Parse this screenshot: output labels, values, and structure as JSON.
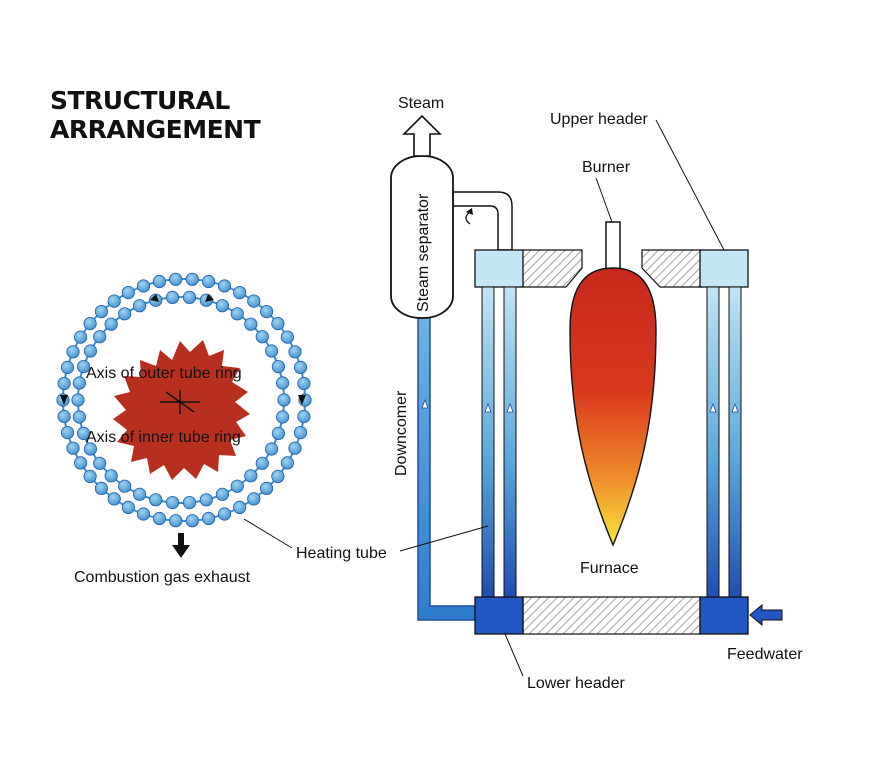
{
  "title": {
    "line1": "STRUCTURAL",
    "line2": "ARRANGEMENT"
  },
  "labels": {
    "steam": "Steam",
    "upper_header": "Upper header",
    "burner": "Burner",
    "steam_separator": "Steam separator",
    "downcomer": "Downcomer",
    "furnace": "Furnace",
    "feedwater": "Feedwater",
    "lower_header": "Lower header",
    "heating_tube": "Heating tube",
    "combustion_gas_exhaust": "Combustion gas exhaust",
    "axis_outer": "Axis of outer tube ring",
    "axis_inner": "Axis of inner tube ring"
  },
  "colors": {
    "tube_light": "#bfe3f4",
    "tube_mid": "#5aa9dc",
    "tube_dark": "#1f4fb0",
    "header_light": "#c2e6f4",
    "header_dark": "#2156c4",
    "flame_top": "#c8281c",
    "flame_mid": "#e4521e",
    "flame_bottom": "#f6e63a",
    "combustion": "#b82e1f",
    "hatch": "#888888"
  }
}
